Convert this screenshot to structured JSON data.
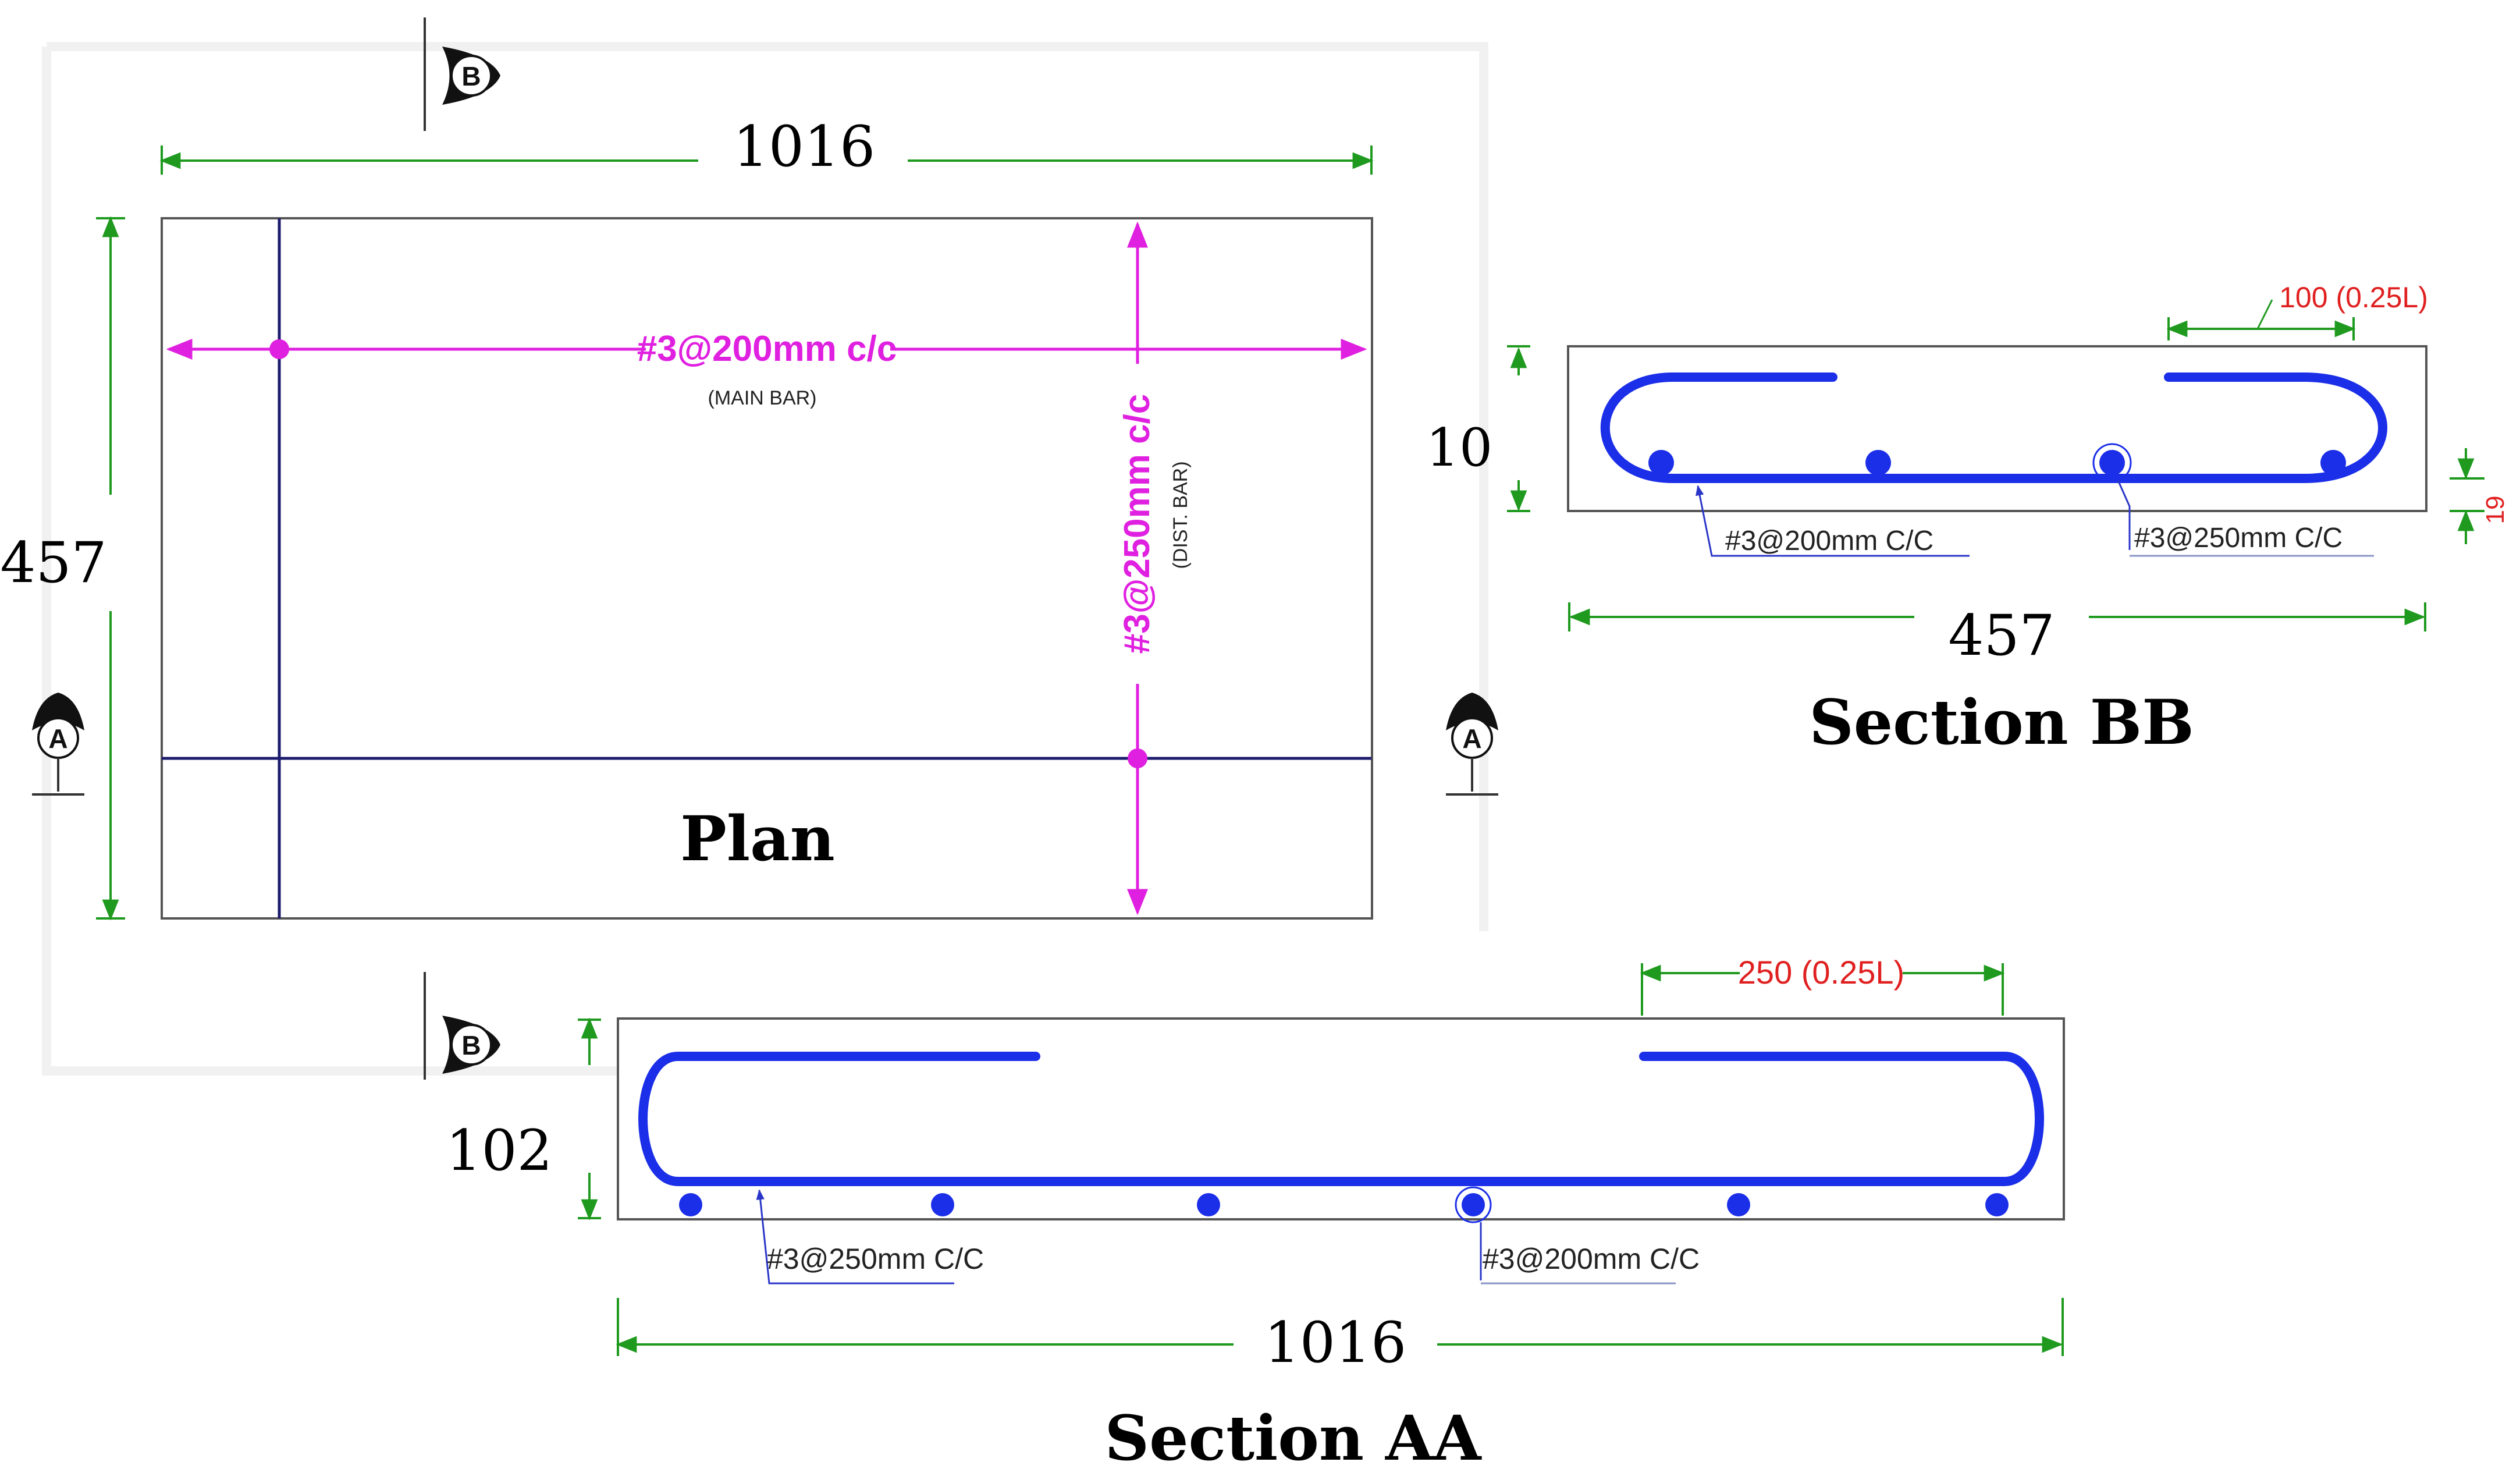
{
  "plan": {
    "title": "Plan",
    "width_dim": "1016",
    "height_dim": "457",
    "main_bar_label": "#3@200mm c/c",
    "main_bar_note": "(MAIN BAR)",
    "dist_bar_label": "#3@250mm c/c",
    "dist_bar_note": "(DIST. BAR)",
    "section_marker_b": "B",
    "section_marker_a": "A"
  },
  "section_bb": {
    "title": "Section BB",
    "width_dim": "457",
    "height_dim": "10",
    "cover_dim": "19",
    "lap_dim": "100 (0.25L)",
    "bar_label_left": "#3@200mm C/C",
    "bar_label_right": "#3@250mm C/C"
  },
  "section_aa": {
    "title": "Section AA",
    "width_dim": "1016",
    "height_dim": "102",
    "lap_dim": "250 (0.25L)",
    "bar_label_left": "#3@250mm C/C",
    "bar_label_right": "#3@200mm C/C"
  },
  "colors": {
    "rebar": "#1b2ee8",
    "dimension": "#1f9a1f",
    "plan_bar": "#e020e0",
    "lap_text": "#e02020",
    "outline": "#555555"
  }
}
